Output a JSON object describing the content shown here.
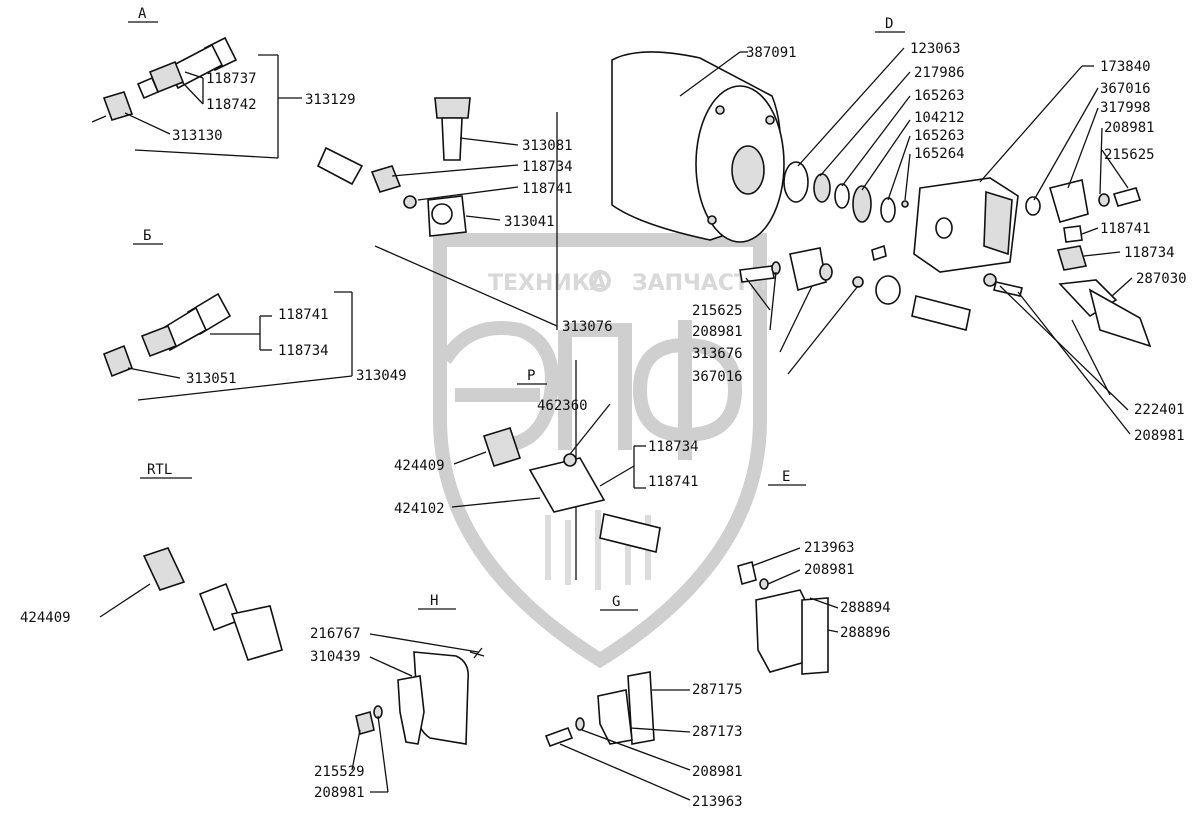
{
  "watermark": {
    "brand_text_left": "ТЕХНИКА",
    "brand_text_right": "ЗАПЧАСТИ",
    "logo_letters": "ЭПФ",
    "color": "#d0d0d0"
  },
  "sections": {
    "A": "A",
    "B": "Б",
    "D": "D",
    "P": "P",
    "RTL": "RTL",
    "E": "E",
    "H": "H",
    "G": "G"
  },
  "labels": {
    "a_118737": "118737",
    "a_118742": "118742",
    "a_313129": "313129",
    "a_313130": "313130",
    "c_313081": "313081",
    "c_118734": "118734",
    "c_118741": "118741",
    "c_313041": "313041",
    "c_313076": "313076",
    "b_118741": "118741",
    "b_118734": "118734",
    "b_313051": "313051",
    "b_313049": "313049",
    "p_462360": "462360",
    "p_424409": "424409",
    "p_424102": "424102",
    "p_118734": "118734",
    "p_118741": "118741",
    "rtl_424409": "424409",
    "d_387091": "387091",
    "d_123063": "123063",
    "d_217986": "217986",
    "d_165263a": "165263",
    "d_104212": "104212",
    "d_165263b": "165263",
    "d_165264": "165264",
    "d_173840": "173840",
    "d_367016a": "367016",
    "d_317998": "317998",
    "d_208981a": "208981",
    "d_215625a": "215625",
    "d_118741": "118741",
    "d_118734": "118734",
    "d_287030": "287030",
    "d_215625b": "215625",
    "d_208981b": "208981",
    "d_313676": "313676",
    "d_367016b": "367016",
    "d_222401": "222401",
    "d_208981c": "208981",
    "e_213963": "213963",
    "e_208981": "208981",
    "e_288894": "288894",
    "e_288896": "288896",
    "h_216767": "216767",
    "h_310439": "310439",
    "h_215529": "215529",
    "h_208981": "208981",
    "g_287175": "287175",
    "g_287173": "287173",
    "g_208981": "208981",
    "g_213963": "213963"
  }
}
